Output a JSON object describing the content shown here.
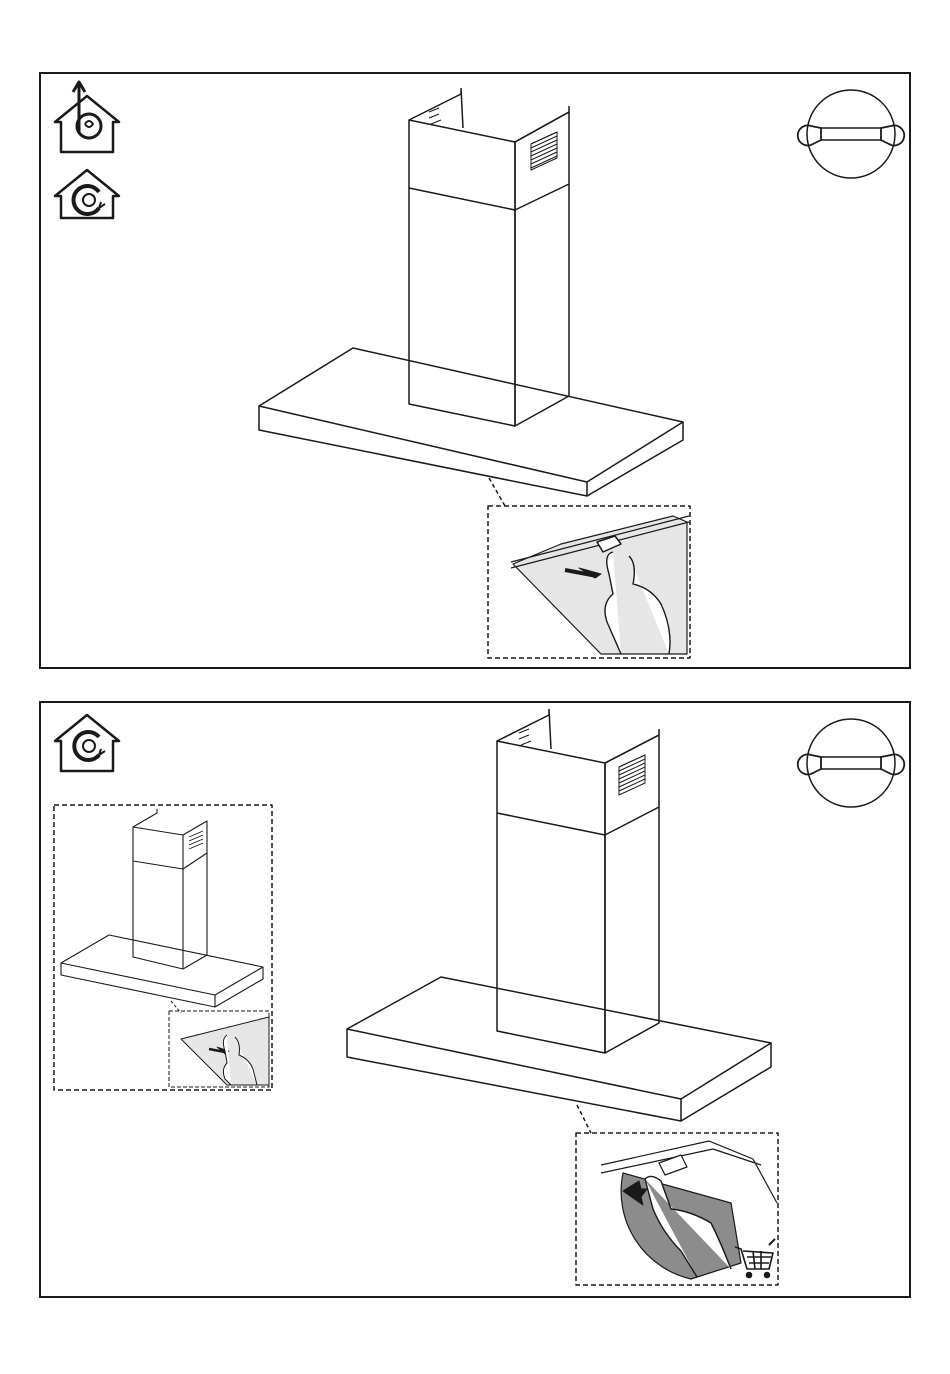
{
  "document": {
    "type": "installation-instructions-page",
    "panels": [
      {
        "id": "panel-1",
        "mode_icons": [
          "ducted-extraction-icon",
          "recirculation-icon"
        ],
        "tool_icon": "wrench-icon",
        "detail": "grease-filter-release-detail"
      },
      {
        "id": "panel-2",
        "mode_icons": [
          "recirculation-icon"
        ],
        "tool_icon": "wrench-icon",
        "inset": "reference-hood-inset",
        "detail": "carbon-filter-release-detail",
        "accessory_icon": "shopping-cart-icon"
      }
    ]
  },
  "colors": {
    "line": "#1a1a1a",
    "filter_fill": "#e6e6e6",
    "carbon_fill": "#8c8c8c",
    "paper": "#ffffff"
  }
}
